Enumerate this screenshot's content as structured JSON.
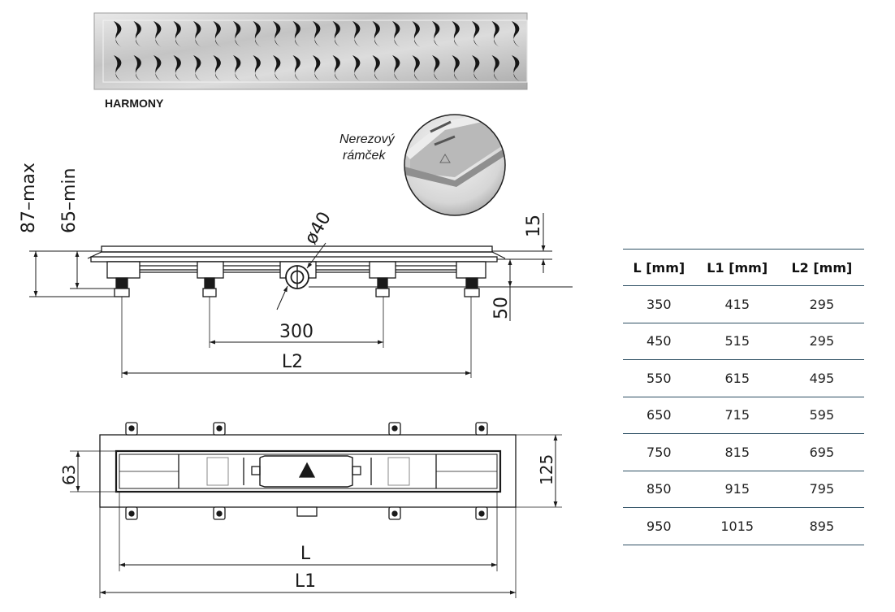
{
  "product_name": "HARMONY",
  "callout_label_line1": "Nerezový",
  "callout_label_line2": "rámček",
  "side_view": {
    "dim_height_max": "87–max",
    "dim_height_min": "65–min",
    "dim_pipe": "ø40",
    "dim_frame": "15",
    "dim_outlet": "50",
    "dim_spacing": "300",
    "dim_l2": "L2"
  },
  "top_view": {
    "dim_width_inner": "63",
    "dim_width_outer": "125",
    "dim_l": "L",
    "dim_l1": "L1"
  },
  "table": {
    "headers": [
      "L [mm]",
      "L1 [mm]",
      "L2 [mm]"
    ],
    "rows": [
      [
        "350",
        "415",
        "295"
      ],
      [
        "450",
        "515",
        "295"
      ],
      [
        "550",
        "615",
        "495"
      ],
      [
        "650",
        "715",
        "595"
      ],
      [
        "750",
        "815",
        "695"
      ],
      [
        "850",
        "915",
        "795"
      ],
      [
        "950",
        "1015",
        "895"
      ]
    ]
  }
}
